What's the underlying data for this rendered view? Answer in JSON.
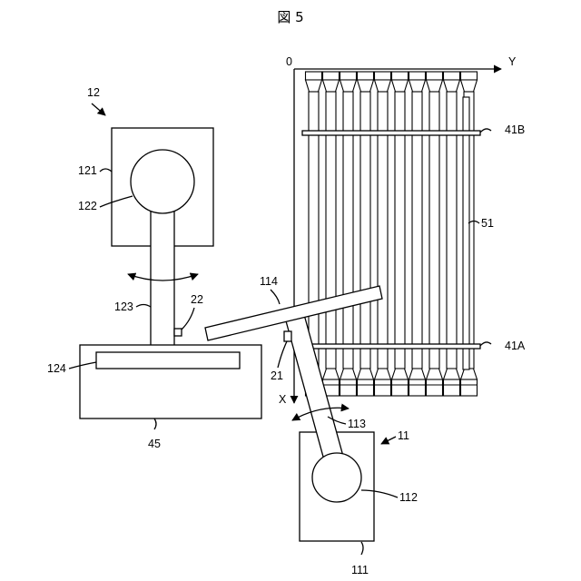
{
  "figure": {
    "title": "図 5",
    "axes": {
      "origin": "0",
      "x_axis": "X",
      "y_axis": "Y"
    },
    "robot_12": {
      "ref": "12",
      "base": "121",
      "joint": "122",
      "arm": "123",
      "hand": "124",
      "sensor": "22"
    },
    "robot_11": {
      "ref": "11",
      "base": "111",
      "joint": "112",
      "arm": "113",
      "hand": "114",
      "sensor": "21"
    },
    "stage_ref": "45",
    "rack": {
      "ref": "51",
      "row_b": "41B",
      "row_a": "41A"
    }
  }
}
